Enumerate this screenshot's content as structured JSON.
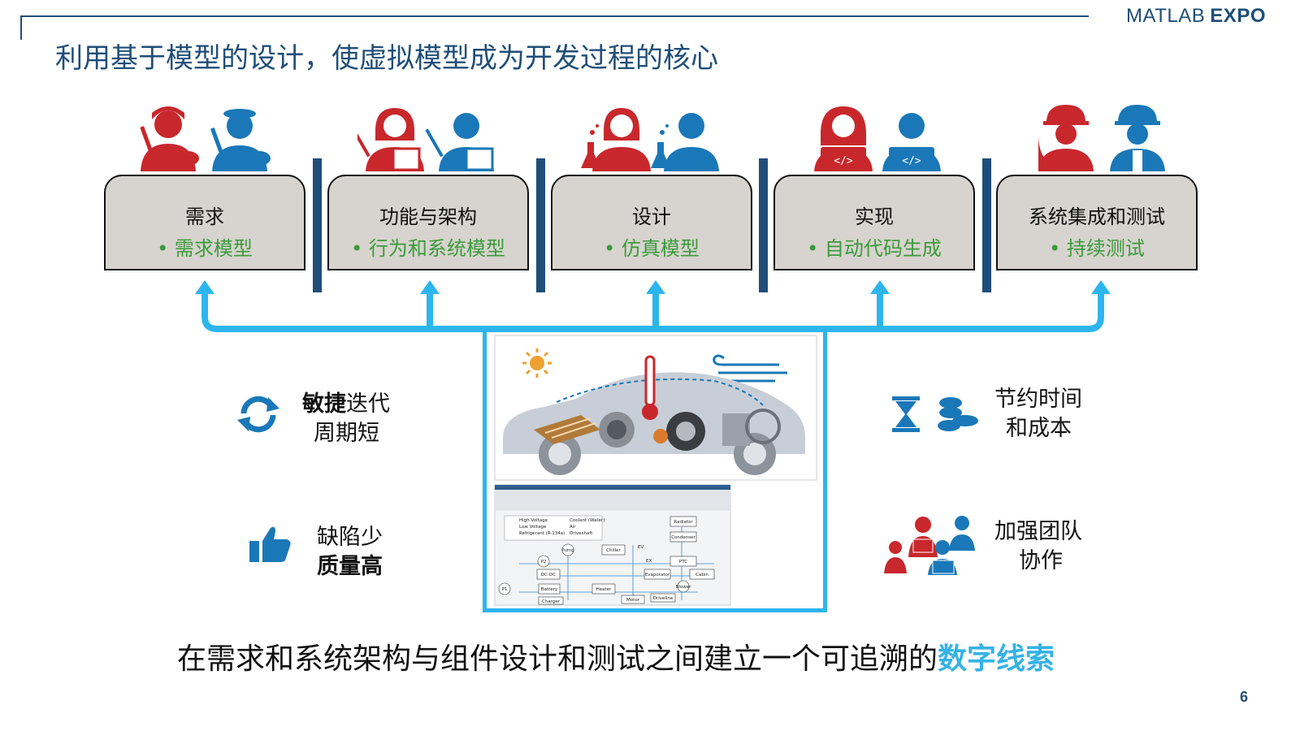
{
  "header": {
    "brand_matlab": "MATLAB",
    "brand_expo": "EXPO",
    "title": "利用基于模型的设计，使虚拟模型成为开发过程的核心"
  },
  "stages": [
    {
      "name": "需求",
      "bullet": "• 需求模型",
      "role": "artist"
    },
    {
      "name": "功能与架构",
      "bullet": "• 行为和系统模型",
      "role": "teacher"
    },
    {
      "name": "设计",
      "bullet": "• 仿真模型",
      "role": "scientist"
    },
    {
      "name": "实现",
      "bullet": "• 自动代码生成",
      "role": "developer"
    },
    {
      "name": "系统集成和测试",
      "bullet": "• 持续测试",
      "role": "engineer"
    }
  ],
  "benefits": {
    "agile": {
      "bold": "敏捷",
      "rest": "迭代",
      "line2": "周期短"
    },
    "quality": {
      "line1": "缺陷少",
      "line2": "质量高"
    },
    "savings": {
      "line1": "节约时间",
      "line2": "和成本"
    },
    "team": {
      "line1": "加强团队",
      "line2": "协作"
    }
  },
  "simulink": {
    "legend": [
      "High Voltage",
      "Low Voltage",
      "Refrigerant (R-134a)",
      "Coolant (Water)",
      "Air",
      "Driveshaft"
    ],
    "blocks": [
      "Radiator",
      "Condenser",
      "Chiller",
      "PTC",
      "Evaporator",
      "Cabin",
      "Battery",
      "DC-DC",
      "Heater",
      "Motor",
      "Driveline",
      "Charger",
      "Pump",
      "P1",
      "P2",
      "Blower",
      "EV",
      "EX"
    ]
  },
  "footer": {
    "text": "在需求和系统架构与组件设计和测试之间建立一个可追溯的",
    "highlight": "数字线索",
    "page": "6"
  },
  "colors": {
    "brand_navy": "#1f4e79",
    "person_red": "#c8282c",
    "person_blue": "#1a78b8",
    "connector_cyan": "#2db5ee",
    "bullet_green": "#3a9b3a",
    "highlight_cyan": "#35b2e6"
  }
}
